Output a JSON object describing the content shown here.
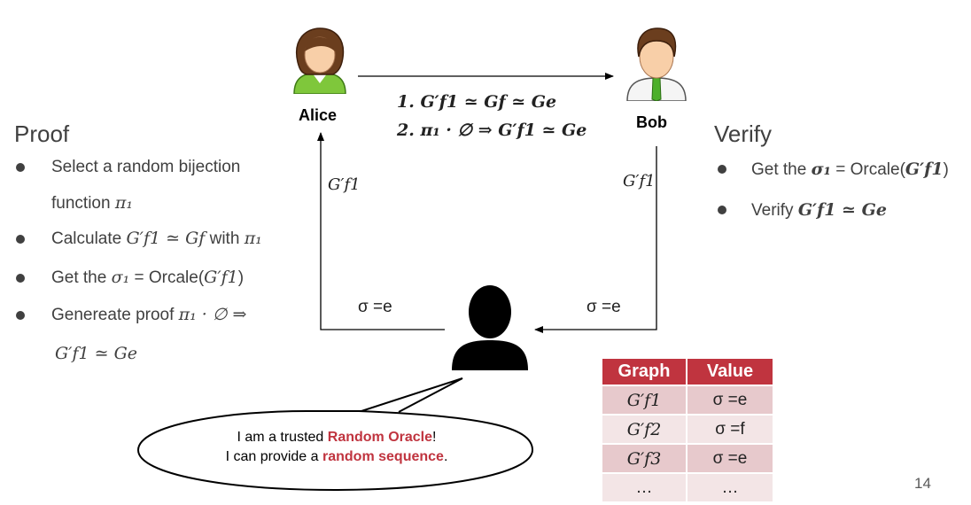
{
  "proof": {
    "heading": "Proof",
    "items": [
      {
        "text": "Select a random bijection",
        "cont": "function",
        "math": "π₁"
      },
      {
        "text": "Calculate",
        "math1": "G′f1 ≃ Gf",
        "mid": "with",
        "math2": "π₁"
      },
      {
        "text": "Get the",
        "math1": "σ₁",
        "mid": "= Orcale(",
        "math2": "G′f1",
        "end": ")"
      },
      {
        "text": "Genereate proof",
        "math1": "π₁ · ∅ ⇒",
        "cont_math": "G′f1 ≃ Ge"
      }
    ]
  },
  "verify": {
    "heading": "Verify",
    "items": [
      {
        "text": "Get the",
        "math1": "σ₁",
        "mid": "= Orcale(",
        "math2": "G′f1",
        "end": ")"
      },
      {
        "text": "Verify",
        "math1": "G′f1 ≃ Ge"
      }
    ]
  },
  "actors": {
    "alice": "Alice",
    "bob": "Bob"
  },
  "message": {
    "line1": "1. G′f1 ≃ Gf ≃ Ge",
    "line2": "2. π₁ · ∅ ⇒ G′f1 ≃ Ge"
  },
  "arrows": {
    "alice_label": "G′f1",
    "bob_label": "G′f1",
    "left_sigma": "σ =e",
    "right_sigma": "σ =e"
  },
  "speech": {
    "line1_pre": "I am a trusted ",
    "line1_hl": "Random Oracle",
    "line1_post": "!",
    "line2_pre": "I can provide a ",
    "line2_hl": "random sequence",
    "line2_post": "."
  },
  "table": {
    "headers": [
      "Graph",
      "Value"
    ],
    "rows": [
      [
        "G′f1",
        "σ =e"
      ],
      [
        "G′f2",
        "σ =f"
      ],
      [
        "G′f3",
        "σ =e"
      ],
      [
        "…",
        "…"
      ]
    ]
  },
  "page_number": "14",
  "colors": {
    "accent": "#c0343f",
    "table_row_dark": "#e7c9cc",
    "table_row_light": "#f3e5e6",
    "text": "#404040"
  },
  "icons": {
    "alice": "female-user-icon",
    "bob": "male-user-icon",
    "oracle": "person-silhouette-icon"
  }
}
